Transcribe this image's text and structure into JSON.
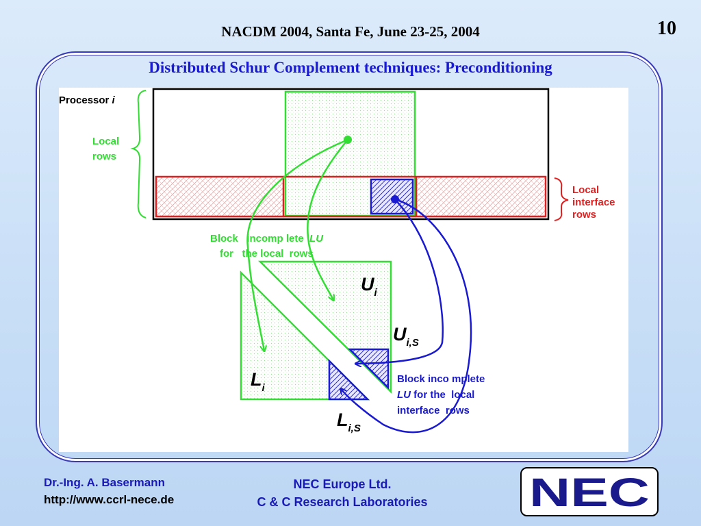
{
  "header": {
    "title": "NACDM 2004, Santa Fe, June 23-25, 2004",
    "page_number": "10"
  },
  "slide": {
    "title": "Distributed Schur Complement techniques: Preconditioning"
  },
  "diagram": {
    "processor_label": "Processor",
    "processor_var": "i",
    "local_rows": [
      "Local",
      "rows"
    ],
    "local_interface_rows": [
      "Local",
      "interface",
      "rows"
    ],
    "block_ilu_local": [
      "Block   incomp lete  ",
      "LU",
      "for   the local  rows"
    ],
    "block_ilu_interface": [
      "Block inco mplete",
      "LU",
      " for the  local",
      "interface  rows"
    ],
    "U_i": {
      "base": "U",
      "sub": "i"
    },
    "U_iS": {
      "base": "U",
      "sub": "i,S"
    },
    "L_i": {
      "base": "L",
      "sub": "i"
    },
    "L_iS": {
      "base": "L",
      "sub": "i,S"
    },
    "colors": {
      "green": "#33dd33",
      "red": "#e02020",
      "blue": "#1a1ad0"
    }
  },
  "footer": {
    "author": "Dr.-Ing. A. Basermann",
    "url": "http://www.ccrl-nece.de",
    "company": "NEC Europe Ltd.",
    "lab": "C & C Research Laboratories",
    "logo": "NEC"
  }
}
